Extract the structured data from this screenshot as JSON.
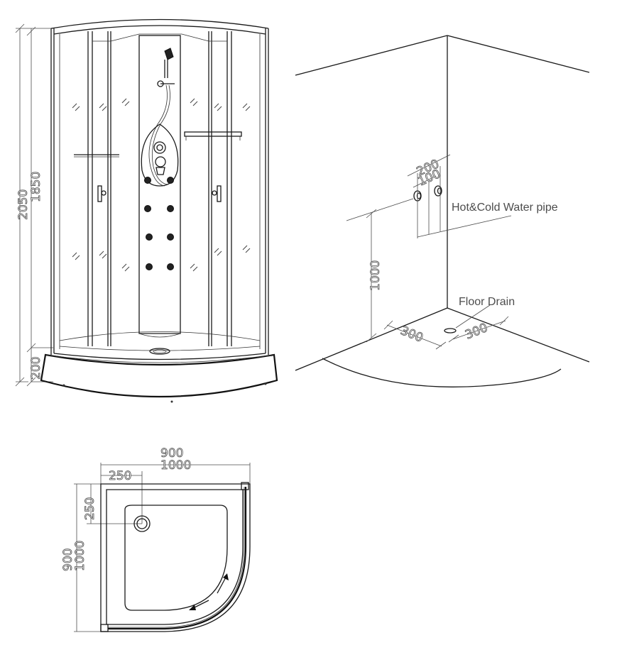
{
  "front_view": {
    "dims": {
      "total_height": "2050",
      "cabin_height": "1850",
      "tray_height": "200"
    }
  },
  "wall_view": {
    "dims": {
      "pipe_spacing_outer": "200",
      "pipe_spacing_inner": "100",
      "pipe_height": "1000",
      "drain_offset_left": "300",
      "drain_offset_right": "300"
    },
    "labels": {
      "water_pipe": "Hot&Cold Water pipe",
      "floor_drain": "Floor Drain"
    }
  },
  "plan_view": {
    "dims": {
      "width_small": "900",
      "width_large": "1000",
      "drain_x": "250",
      "drain_y": "250",
      "depth_small": "900",
      "depth_large": "1000"
    }
  }
}
